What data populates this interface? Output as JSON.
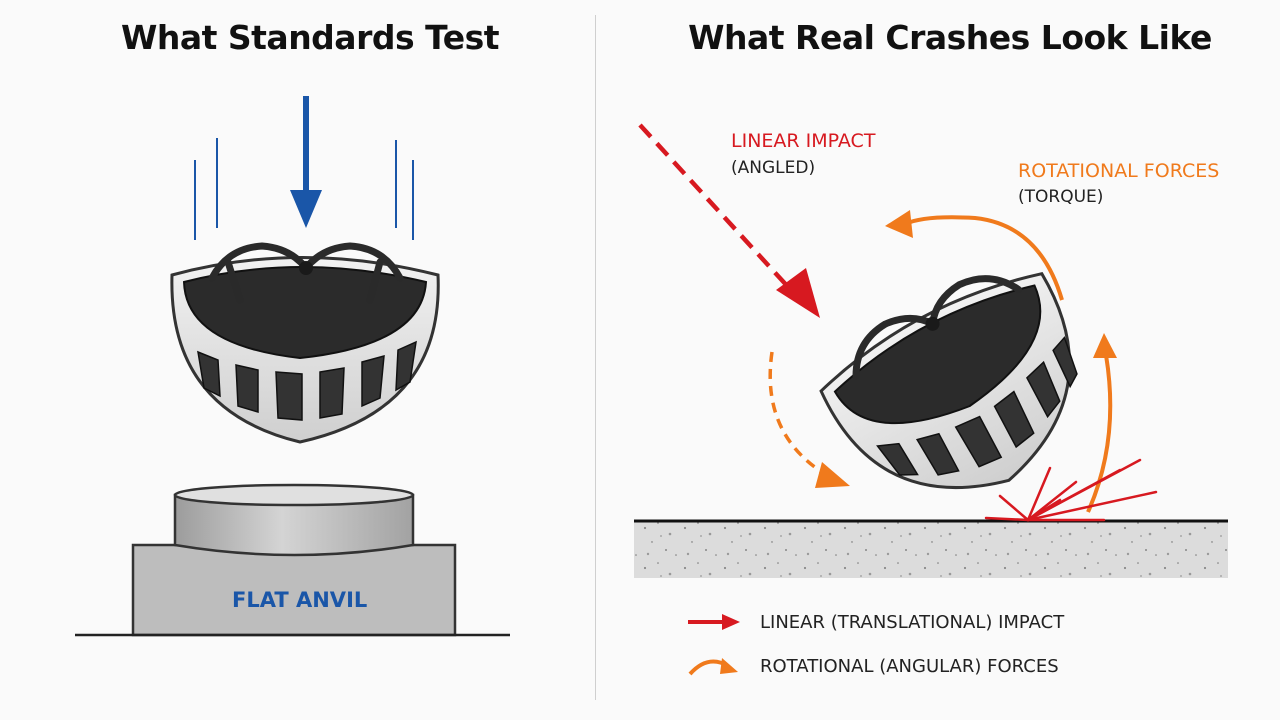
{
  "left_panel": {
    "title": "What Standards Test",
    "anvil_label": "FLAT ANVIL"
  },
  "right_panel": {
    "title": "What Real Crashes Look Like",
    "linear_impact": {
      "label": "LINEAR IMPACT",
      "sub": "(ANGLED)"
    },
    "rotational_forces": {
      "label": "ROTATIONAL FORCES",
      "sub": "(TORQUE)"
    }
  },
  "legend": {
    "items": [
      {
        "label": "LINEAR (TRANSLATIONAL) IMPACT",
        "icon": "red-arrow-icon"
      },
      {
        "label": "ROTATIONAL (ANGULAR) FORCES",
        "icon": "orange-curved-arrow-icon"
      }
    ]
  },
  "colors": {
    "blue": "#1a56a8",
    "red": "#d71920",
    "orange": "#f07a1c",
    "anvil": "#bdbdbd",
    "ground": "#dcdcdc"
  }
}
